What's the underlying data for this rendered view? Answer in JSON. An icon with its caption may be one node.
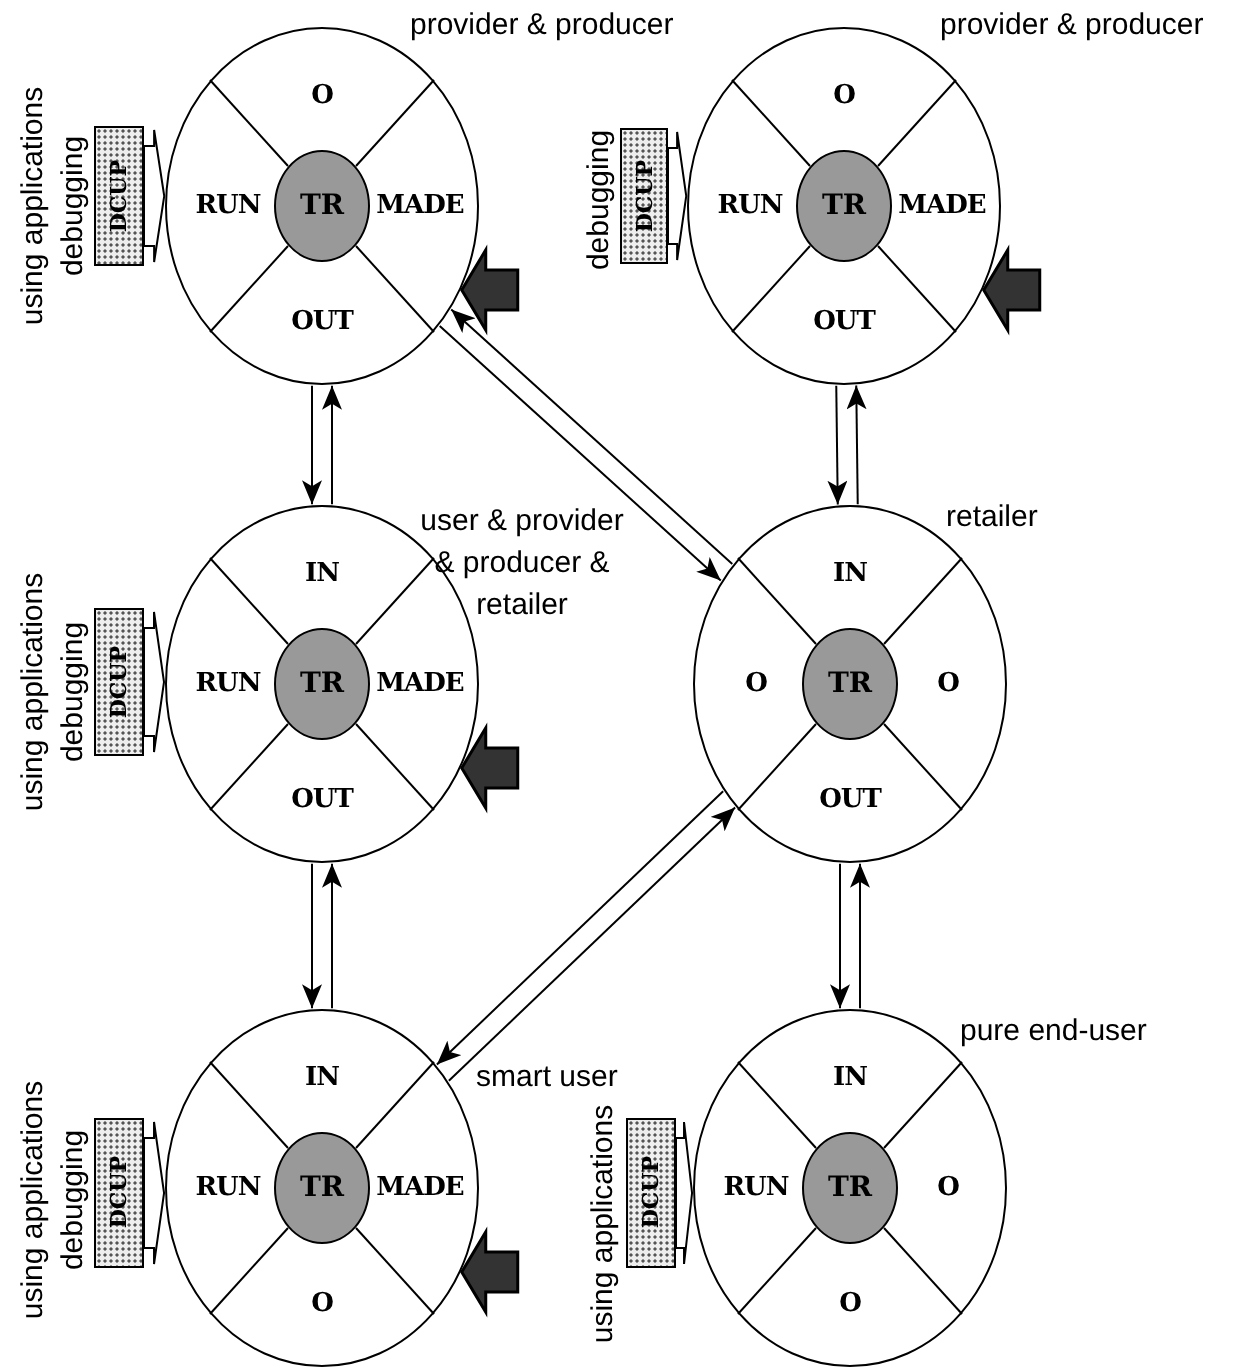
{
  "diagram": {
    "nodes": [
      {
        "text": [
          "O",
          "RUN",
          "MADE",
          "OUT"
        ],
        "beside": [
          "provider & producer"
        ]
      },
      {
        "text": [
          "TR"
        ],
        "in": 0
      },
      {
        "text": [
          "DCUP"
        ],
        "beside": [
          "using applications",
          "debugging"
        ]
      },
      {
        "text": [
          "O",
          "RUN",
          "MADE",
          "OUT"
        ],
        "beside": [
          "provider & producer"
        ]
      },
      {
        "text": [
          "TR"
        ],
        "in": 3
      },
      {
        "text": [
          "DCUP"
        ],
        "beside": [
          "debugging"
        ]
      },
      {
        "text": [
          "IN",
          "RUN",
          "MADE",
          "OUT"
        ],
        "beside": [
          "user & provider & producer & retailer"
        ]
      },
      {
        "text": [
          "TR"
        ],
        "in": 6
      },
      {
        "text": [
          "DCUP"
        ],
        "beside": [
          "using applications",
          "debugging"
        ]
      },
      {
        "text": [
          "IN",
          "O",
          "O",
          "OUT"
        ],
        "beside": [
          "retailer"
        ]
      },
      {
        "text": [
          "TR"
        ],
        "in": 9
      },
      {
        "text": [
          "IN",
          "RUN",
          "MADE",
          "O"
        ],
        "beside": [
          "smart user"
        ]
      },
      {
        "text": [
          "TR"
        ],
        "in": 11
      },
      {
        "text": [
          "DCUP"
        ],
        "beside": [
          "using applications",
          "debugging"
        ]
      },
      {
        "text": [
          "IN",
          "RUN",
          "O",
          "O"
        ],
        "beside": [
          "pure end-user"
        ]
      },
      {
        "text": [
          "TR"
        ],
        "in": 14
      },
      {
        "text": [
          "DCUP"
        ],
        "beside": [
          "using applications"
        ]
      }
    ],
    "edges": [
      {
        "from": 2,
        "to": 0,
        "arrow": "to"
      },
      {
        "from": null,
        "to": 0,
        "arrow": "to",
        "style": "thick",
        "color": "#333333"
      },
      {
        "from": 5,
        "to": 3,
        "arrow": "to"
      },
      {
        "from": null,
        "to": 3,
        "arrow": "to",
        "style": "thick",
        "color": "#333333"
      },
      {
        "from": 0,
        "to": 6,
        "arrow": "to"
      },
      {
        "from": 6,
        "to": 0,
        "arrow": "to"
      },
      {
        "from": 0,
        "to": 9,
        "arrow": "to"
      },
      {
        "from": 9,
        "to": 0,
        "arrow": "to"
      },
      {
        "from": 3,
        "to": 9,
        "arrow": "to"
      },
      {
        "from": 9,
        "to": 3,
        "arrow": "to"
      },
      {
        "from": 8,
        "to": 6,
        "arrow": "to"
      },
      {
        "from": null,
        "to": 6,
        "arrow": "to",
        "style": "thick",
        "color": "#333333"
      },
      {
        "from": 6,
        "to": 11,
        "arrow": "to"
      },
      {
        "from": 11,
        "to": 6,
        "arrow": "to"
      },
      {
        "from": 11,
        "to": 9,
        "arrow": "to"
      },
      {
        "from": 9,
        "to": 11,
        "arrow": "to"
      },
      {
        "from": 13,
        "to": 11,
        "arrow": "to"
      },
      {
        "from": null,
        "to": 11,
        "arrow": "to",
        "style": "thick",
        "color": "#333333"
      },
      {
        "from": 9,
        "to": 14,
        "arrow": "to"
      },
      {
        "from": 14,
        "to": 9,
        "arrow": "to"
      },
      {
        "from": 16,
        "to": 14,
        "arrow": "to"
      }
    ]
  }
}
